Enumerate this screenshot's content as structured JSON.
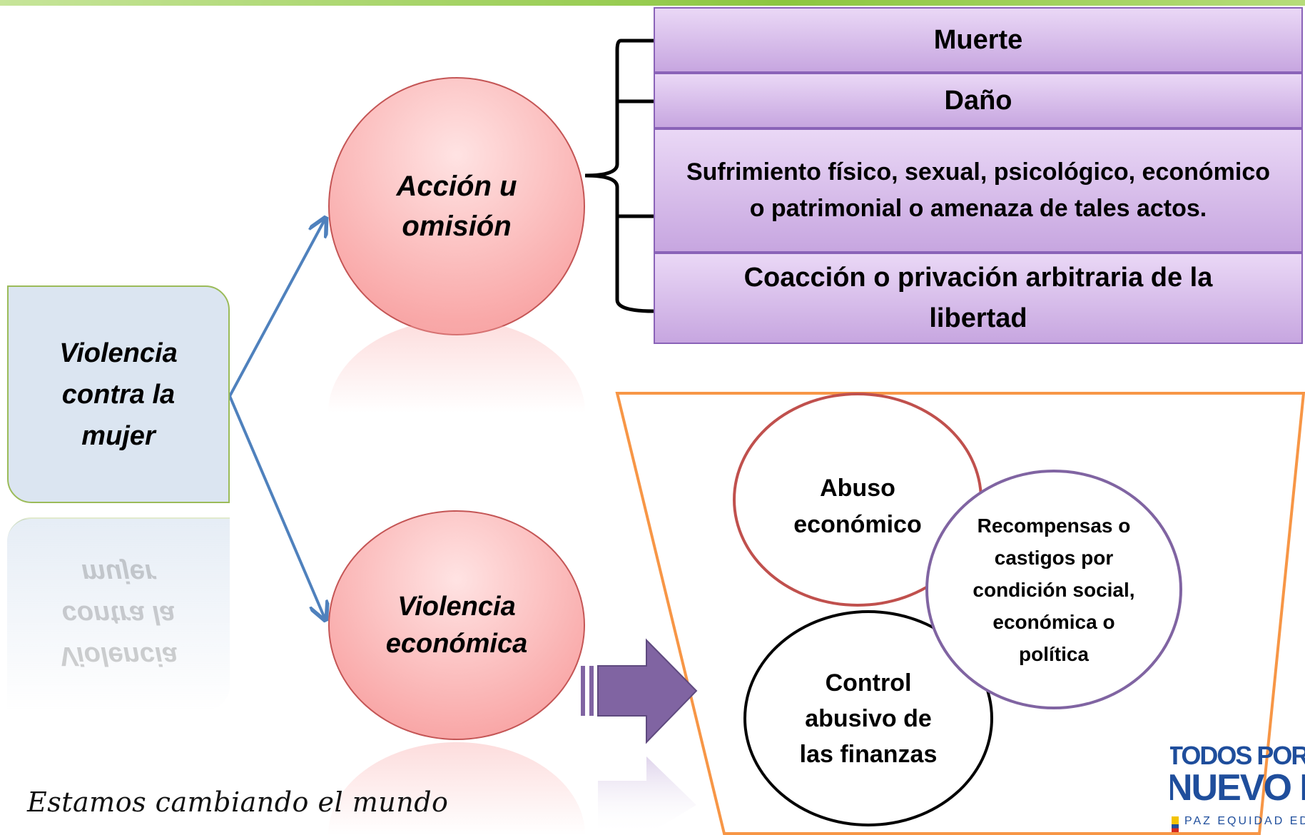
{
  "main_box": {
    "label": "Violencia contra la mujer"
  },
  "circles": {
    "accion": "Acción u omisión",
    "economica": "Violencia económica"
  },
  "list_items": [
    "Muerte",
    "Daño",
    "Sufrimiento físico, sexual, psicológico, económico o patrimonial o amenaza de tales actos.",
    "Coacción o privación arbitraria de la libertad"
  ],
  "venn": {
    "abuso": "Abuso económico",
    "recompensas": "Recompensas o castigos por condición social, económica o política",
    "control": "Control abusivo de las finanzas"
  },
  "footer": {
    "slogan": "Estamos cambiando el mundo",
    "logo_line1": "TODOS POR UN",
    "logo_line2": "NUEVO PAÍS",
    "logo_line3": "PAZ EQUIDAD EDUCACIÓN"
  },
  "colors": {
    "purple_fill": "#d6bcea",
    "purple_border": "#8a63b8",
    "pink_fill": "#f9a9a9",
    "blue_arrow": "#4f81bd",
    "trapezoid_border": "#f79646",
    "logo_blue": "#1f4e9c"
  }
}
